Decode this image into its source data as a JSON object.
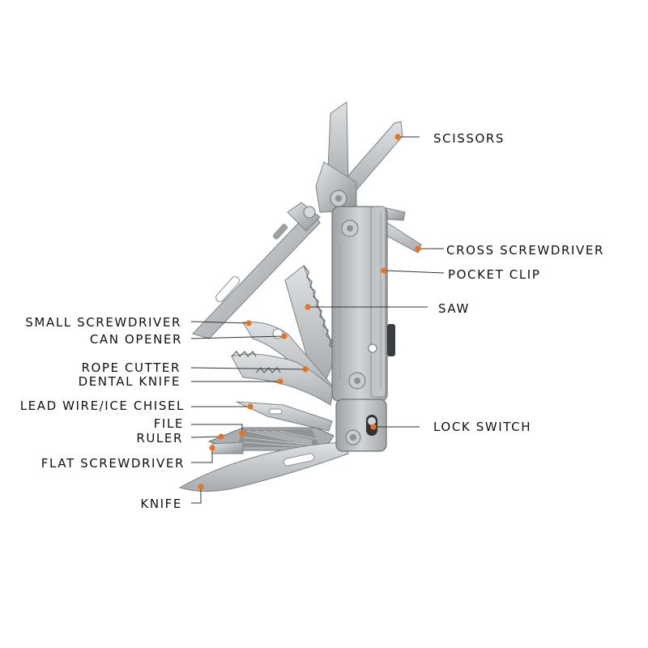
{
  "diagram": {
    "subject": "multi-tool",
    "accent_color": "#e8731e",
    "metal_color": "#b8bcbf",
    "line_color": "#333333",
    "labels": {
      "scissors": "SCISSORS",
      "cross_screwdriver": "CROSS SCREWDRIVER",
      "pocket_clip": "POCKET CLIP",
      "saw": "SAW",
      "small_screwdriver": "SMALL  SCREWDRIVER",
      "can_opener": "CAN OPENER",
      "rope_cutter": "ROPE CUTTER",
      "dental_knife": "DENTAL KNIFE",
      "lead_wire_ice_chisel": "LEAD WIRE/ICE CHISEL",
      "file": "FILE",
      "ruler": "RULER",
      "flat_screwdriver": "FLAT SCREWDRIVER",
      "knife": "KNIFE",
      "lock_switch": "LOCK SWITCH"
    }
  }
}
